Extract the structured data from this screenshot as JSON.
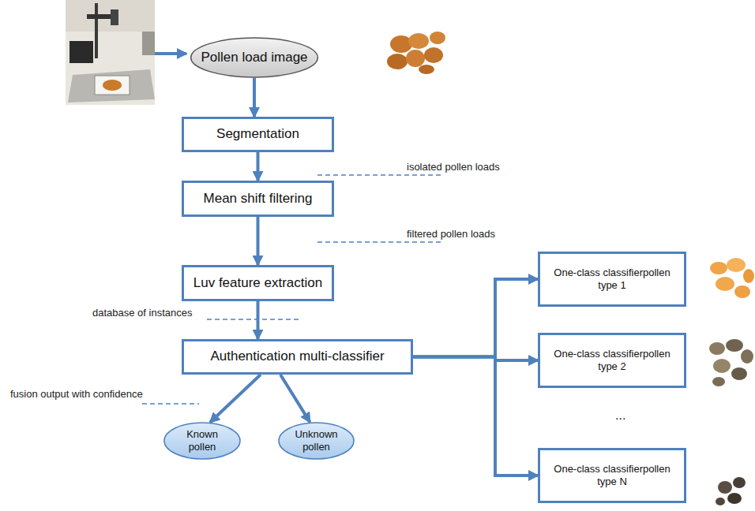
{
  "diagram": {
    "nodes": [
      {
        "text": [
          "Pollen load image"
        ]
      },
      {
        "text": [
          "Segmentation"
        ]
      },
      {
        "text": [
          "Mean shift filtering"
        ]
      },
      {
        "text": [
          "Luv feature extraction"
        ]
      },
      {
        "text": [
          "Authentication multi-classifier"
        ]
      },
      {
        "text": [
          "Known pollen"
        ]
      },
      {
        "text": [
          "Unknown pollen"
        ]
      },
      {
        "text": [
          "One-class classifierpollen type 1"
        ]
      },
      {
        "text": [
          "One-class classifierpollen type 2"
        ]
      },
      {
        "text": [
          "One-class classifierpollen type N"
        ]
      }
    ],
    "edges": [
      {
        "from": 0,
        "to": 1,
        "arrow": "to"
      },
      {
        "from": 1,
        "to": 2,
        "arrow": "to"
      },
      {
        "from": 2,
        "to": 3,
        "arrow": "to"
      },
      {
        "from": 3,
        "to": 4,
        "arrow": "to"
      },
      {
        "from": 4,
        "to": 5,
        "arrow": "to"
      },
      {
        "from": 4,
        "to": 6,
        "arrow": "to"
      },
      {
        "from": 4,
        "to": 7,
        "arrow": "to"
      },
      {
        "from": 4,
        "to": 8,
        "arrow": "to"
      },
      {
        "from": 4,
        "to": 9,
        "arrow": "to"
      }
    ],
    "labels": [
      "isolated pollen loads",
      "filtered pollen loads",
      "database of instances",
      "fusion output with confidence",
      "..."
    ]
  }
}
